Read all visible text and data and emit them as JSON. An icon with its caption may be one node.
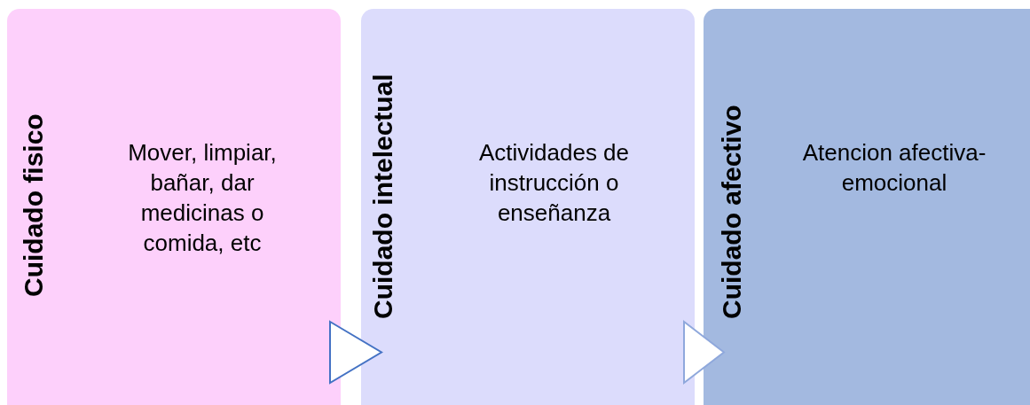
{
  "diagram": {
    "nodes": [
      {
        "text": [
          "Cuidado fisico",
          "Mover, limpiar, bañar, dar medicinas o comida, etc"
        ]
      },
      {
        "text": [
          "Cuidado intelectual",
          "Actividades de instrucción o enseñanza"
        ]
      },
      {
        "text": [
          "Cuidado afectivo",
          "Atencion afectiva-emocional"
        ]
      }
    ],
    "edges": [
      {
        "from": 0,
        "to": 1,
        "arrow": "to"
      },
      {
        "from": 1,
        "to": 2,
        "arrow": "to",
        "color": "#8fa8dc"
      }
    ]
  }
}
